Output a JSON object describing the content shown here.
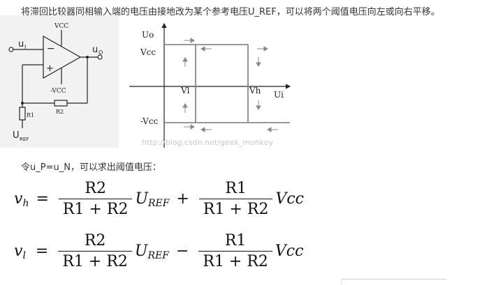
{
  "intro": "将滞回比较器同相输入端的电压由接地改为某个参考电压U_REF，可以将两个阈值电压向左或向右平移。",
  "circuit": {
    "vcc_top": "VCC",
    "vcc_bottom": "-VCC",
    "input_label": "u",
    "input_sub": "I",
    "output_label": "u",
    "output_sub": "O",
    "minus": "−",
    "plus": "+",
    "r1": "R1",
    "r2": "R2",
    "uref": "U",
    "uref_sub": "REF"
  },
  "curve": {
    "y_axis": "Uo",
    "x_axis": "Ui",
    "vcc": "Vcc",
    "neg_vcc": "-Vcc",
    "vl": "Vl",
    "vh": "Vh",
    "watermark": "http://blog.csdn.net/geek_monkey"
  },
  "lead": "令u_P=u_N，可以求出阈值电压：",
  "formulas": {
    "vh": {
      "lhs": "v",
      "lhs_sub": "h",
      "eq": "=",
      "num1": "R2",
      "den1": "R1 + R2",
      "u": "U",
      "u_sub": "REF",
      "op": "+",
      "num2": "R1",
      "den2": "R1 + R2",
      "vcc": "Vcc"
    },
    "vl": {
      "lhs": "v",
      "lhs_sub": "l",
      "eq": "=",
      "num1": "R2",
      "den1": "R1 + R2",
      "u": "U",
      "u_sub": "REF",
      "op": "−",
      "num2": "R1",
      "den2": "R1 + R2",
      "vcc": "Vcc"
    }
  }
}
